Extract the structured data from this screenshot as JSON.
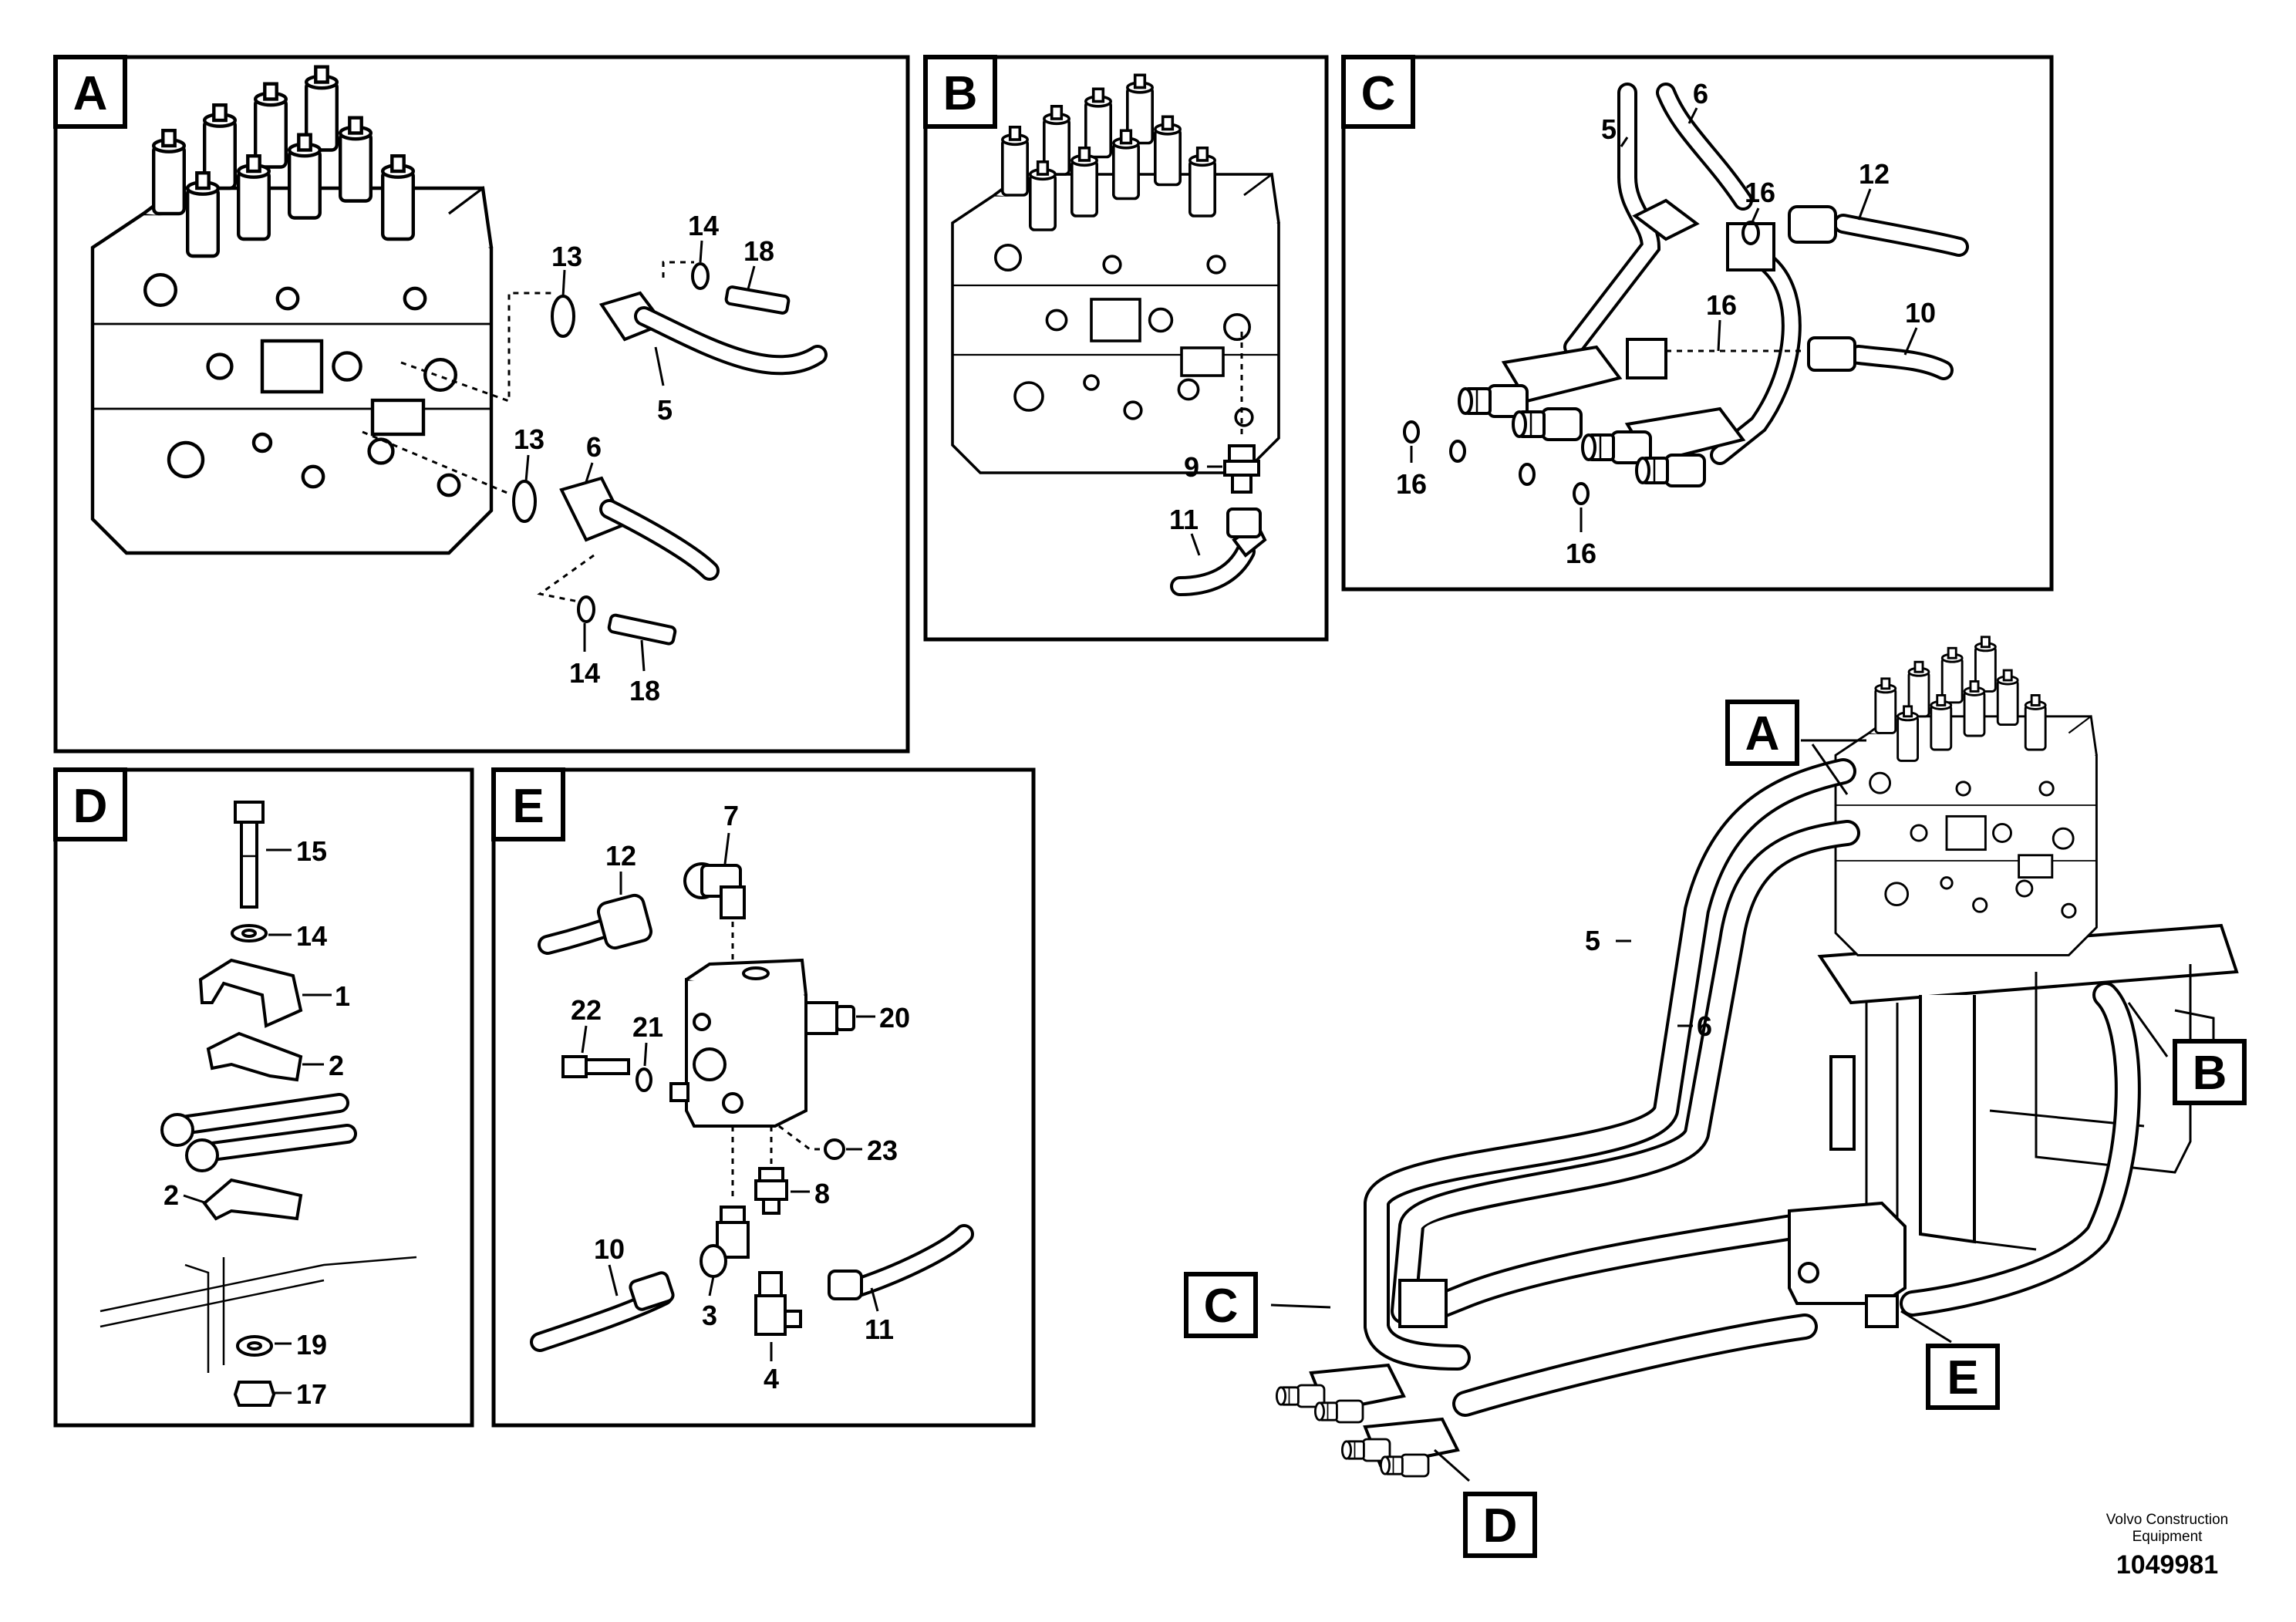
{
  "panels": [
    {
      "id": "A",
      "letter": "A"
    },
    {
      "id": "B",
      "letter": "B"
    },
    {
      "id": "C",
      "letter": "C"
    },
    {
      "id": "D",
      "letter": "D"
    },
    {
      "id": "E",
      "letter": "E"
    }
  ],
  "overview_labels": [
    "A",
    "B",
    "C",
    "D",
    "E"
  ],
  "callouts": {
    "A": [
      "13",
      "14",
      "18",
      "5",
      "13",
      "6",
      "14",
      "18"
    ],
    "B": [
      "9",
      "11"
    ],
    "C": [
      "5",
      "6",
      "16",
      "12",
      "16",
      "10",
      "16",
      "16"
    ],
    "D": [
      "15",
      "14",
      "1",
      "2",
      "2",
      "19",
      "17"
    ],
    "E": [
      "7",
      "12",
      "22",
      "21",
      "20",
      "23",
      "8",
      "10",
      "3",
      "4",
      "11"
    ],
    "overview": [
      "5",
      "6"
    ]
  },
  "footer": {
    "brand_line1": "Volvo Construction",
    "brand_line2": "Equipment",
    "doc_number": "1049981"
  }
}
